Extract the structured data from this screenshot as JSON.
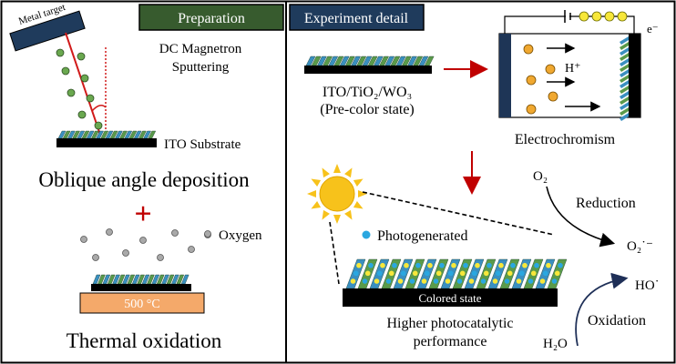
{
  "headers": {
    "preparation": "Preparation",
    "experiment": "Experiment detail"
  },
  "left": {
    "metal_target": "Metal target",
    "method_line1": "DC Magnetron",
    "method_line2": "Sputtering",
    "ito_substrate": "ITO Substrate",
    "oblique": "Oblique angle deposition",
    "plus": "+",
    "oxygen": "Oxygen",
    "temperature": "500 °C",
    "thermal": "Thermal oxidation"
  },
  "right": {
    "sample_label": "ITO/TiO₂/WO₃",
    "pre_color": "(Pre-color state)",
    "h_plus": "H⁺",
    "electron": "e⁻",
    "electrochromism": "Electrochromism",
    "photogenerated": "Photogenerated",
    "colored_state": "Colored state",
    "higher_line1": "Higher photocatalytic",
    "higher_line2": "performance",
    "o2": "O₂",
    "reduction": "Reduction",
    "superoxide": "O₂˙⁻",
    "hydroxyl": "HO˙",
    "oxidation": "Oxidation",
    "water": "H₂O"
  },
  "colors": {
    "header_green": "#375b2e",
    "header_blue": "#1f3b5c",
    "ito_black": "#000000",
    "wo3_blue": "#3a8fc0",
    "tio2_green": "#5a9a4a",
    "dot_green": "#6aa84f",
    "dot_gray": "#a9a9a9",
    "furnace_orange": "#f4a96a",
    "sun_yellow": "#f7c21b",
    "ion_orange": "#f0a830",
    "electron_yellow": "#f7e73a",
    "electrode_navy": "#1e3556",
    "hole_blue": "#2aa7e0",
    "arrow_red": "#c00000",
    "arrow_navy": "#1e2f57"
  }
}
